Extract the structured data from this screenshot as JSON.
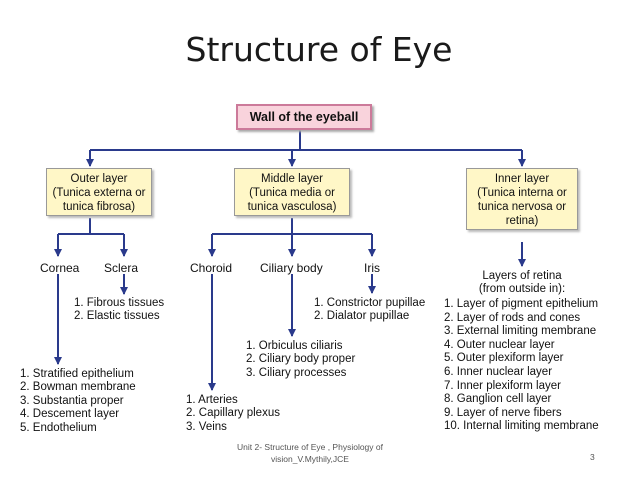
{
  "title": "Structure of Eye",
  "diagram": {
    "root": "Wall of the eyeball",
    "layers": {
      "outer": [
        "Outer layer",
        "(Tunica externa or",
        "tunica fibrosa)"
      ],
      "middle": [
        "Middle layer",
        "(Tunica media or",
        "tunica vasculosa)"
      ],
      "inner": [
        "Inner layer",
        "(Tunica interna or",
        "tunica nervosa or",
        "retina)"
      ]
    },
    "outer_parts": {
      "cornea": {
        "label": "Cornea",
        "items": [
          "1. Stratified epithelium",
          "2. Bowman membrane",
          "3. Substantia proper",
          "4. Descement layer",
          "5. Endothelium"
        ]
      },
      "sclera": {
        "label": "Sclera",
        "items": [
          "1. Fibrous tissues",
          "2. Elastic tissues"
        ]
      }
    },
    "middle_parts": {
      "choroid": {
        "label": "Choroid",
        "items": [
          "1. Arteries",
          "2. Capillary plexus",
          "3. Veins"
        ]
      },
      "ciliary": {
        "label": "Ciliary body",
        "items": [
          "1. Orbiculus ciliaris",
          "2. Ciliary body proper",
          "3. Ciliary processes"
        ]
      },
      "iris": {
        "label": "Iris",
        "items": [
          "1. Constrictor pupillae",
          "2. Dialator pupillae"
        ]
      }
    },
    "retina": {
      "heading": [
        "Layers of retina",
        "(from outside in):"
      ],
      "items": [
        "1. Layer of pigment epithelium",
        "2. Layer of rods and cones",
        "3. External limiting membrane",
        "4. Outer nuclear layer",
        "5. Outer plexiform layer",
        "6. Inner nuclear layer",
        "7. Inner plexiform layer",
        "8. Ganglion cell layer",
        "9. Layer of nerve fibers",
        "10. Internal limiting membrane"
      ]
    }
  },
  "footer": [
    "Unit 2- Structure of Eye , Physiology of",
    "vision_V.Mythily,JCE"
  ],
  "page_number": "3",
  "colors": {
    "line": "#2a3a8c",
    "root_box": "#f9d3dc",
    "layer_box": "#fff7c7"
  }
}
